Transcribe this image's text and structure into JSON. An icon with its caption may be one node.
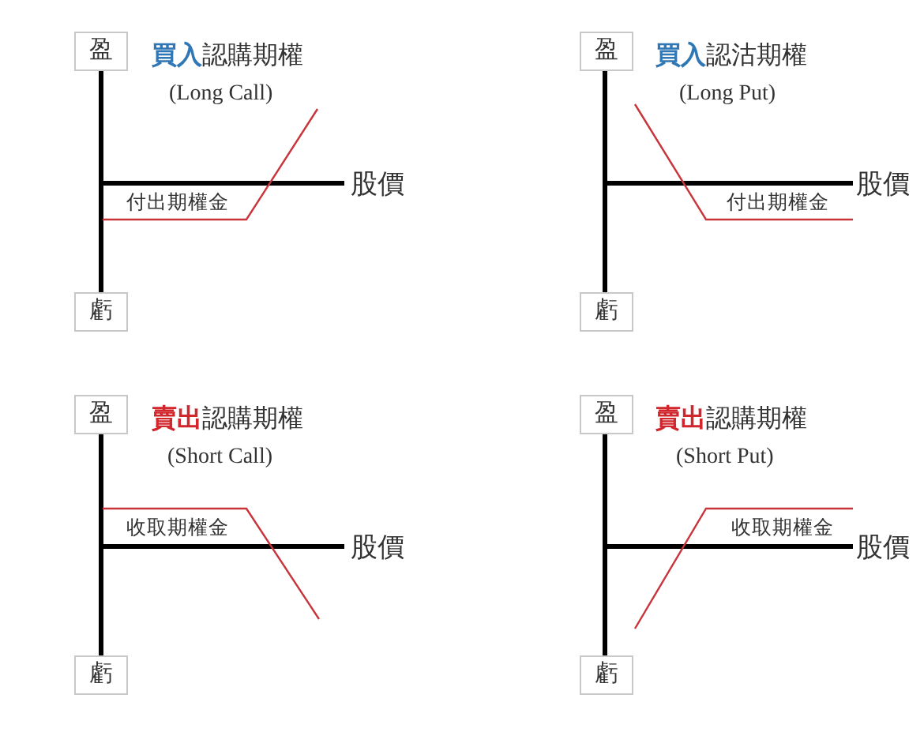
{
  "diagram": {
    "nodes": [
      {
        "text": [
          "盈"
        ]
      },
      {
        "text": [
          "虧"
        ]
      },
      {
        "text": [
          "盈"
        ]
      },
      {
        "text": [
          "虧"
        ]
      },
      {
        "text": [
          "盈"
        ]
      },
      {
        "text": [
          "虧"
        ]
      },
      {
        "text": [
          "盈"
        ]
      },
      {
        "text": [
          "虧"
        ]
      }
    ],
    "labels": [
      "**買入**認購期權",
      "(Long Call)",
      "股價",
      "付出期權金",
      "**買入**認沽期權",
      "(Long Put)",
      "股價",
      "付出期權金",
      "**賣出**認購期權",
      "(Short Call)",
      "收取期權金",
      "股價",
      "**賣出**認購期權",
      "(Short Put)",
      "收取期權金",
      "股價"
    ]
  }
}
